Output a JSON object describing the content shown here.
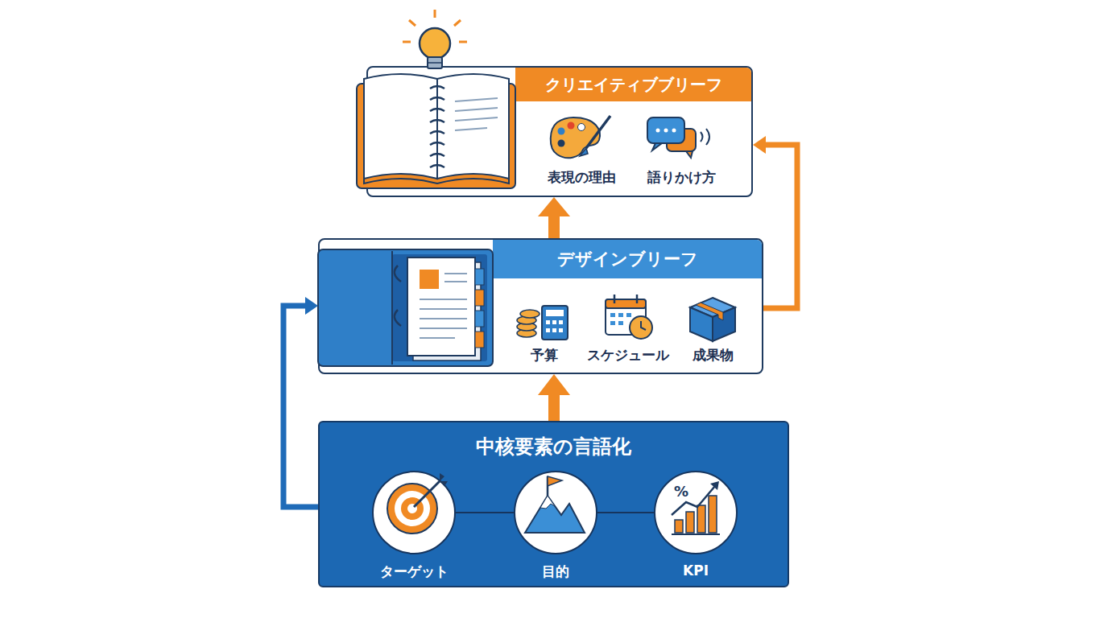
{
  "diagram": {
    "nodes": [
      {
        "text": [
          "クリエイティブブリーフ"
        ]
      },
      {
        "text": [
          "デザインブリーフ"
        ]
      },
      {
        "text": [
          "中核要素の言語化"
        ]
      },
      {
        "text": [
          "ターゲット"
        ],
        "in": 2
      },
      {
        "text": [
          "目的"
        ],
        "in": 2
      },
      {
        "text": [
          "KPI"
        ],
        "in": 2
      }
    ],
    "edges": [
      {
        "from": 2,
        "to": 1,
        "arrow": "to"
      },
      {
        "from": 2,
        "to": 1,
        "arrow": "to"
      },
      {
        "from": 1,
        "to": 0,
        "arrow": "to"
      },
      {
        "from": 1,
        "to": 0,
        "arrow": "to"
      },
      {
        "from": 3,
        "to": 4,
        "arrow": "none"
      },
      {
        "from": 4,
        "to": 5,
        "arrow": "none"
      }
    ],
    "labels": [
      "表現の理由",
      "語りかけ方",
      "予算",
      "スケジュール",
      "成果物",
      "%"
    ]
  }
}
